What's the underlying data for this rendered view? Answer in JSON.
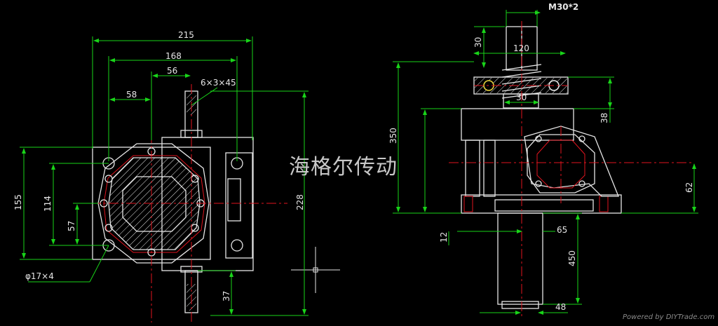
{
  "watermark": "海格尔传动",
  "credit": "Powered by DIYTrade.com",
  "colors": {
    "background": "#000000",
    "outline": "#e6e6e6",
    "dimension": "#19d419",
    "centerline": "#e0141e",
    "bolt": "#e6d23c"
  },
  "front_view": {
    "dimensions": {
      "width_overall": "215",
      "width_flange": "168",
      "width_offset_56": "56",
      "width_offset_58": "58",
      "keyway": "6×3×45",
      "height_overall": "155",
      "height_114": "114",
      "height_57": "57",
      "height_228": "228",
      "shaft_37": "37",
      "holes": "φ17×4"
    }
  },
  "side_view": {
    "dimensions": {
      "thread": "M30*2",
      "d_30_top": "30",
      "d_120": "120",
      "d_30_mid": "30",
      "d_38": "38",
      "d_350": "350",
      "d_62": "62",
      "d_12": "12",
      "d_65": "65",
      "d_450": "450",
      "d_48": "48"
    }
  }
}
